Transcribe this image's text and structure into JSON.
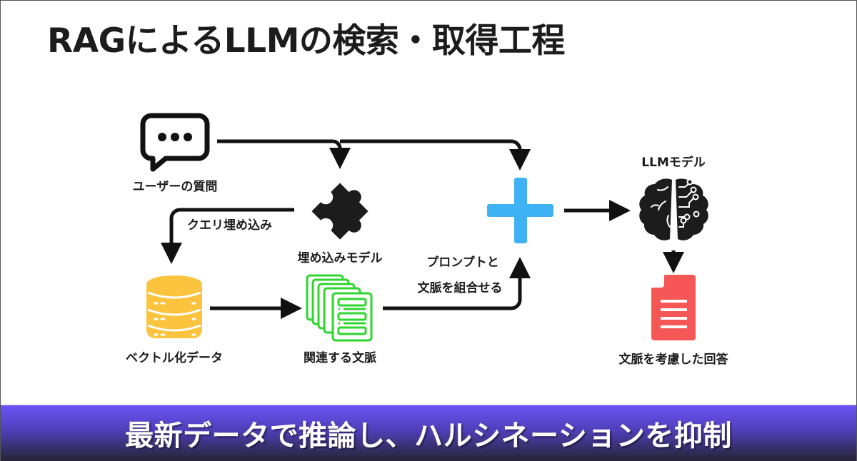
{
  "title": "RAGによるLLMの検索・取得工程",
  "nodes": {
    "user_question": {
      "label": "ユーザーの質問",
      "icon": "chat-bubble-icon"
    },
    "embedding_model": {
      "label": "埋め込みモデル",
      "icon": "puzzle-piece-icon"
    },
    "vector_data": {
      "label": "ベクトル化データ",
      "icon": "database-icon"
    },
    "related_context": {
      "label": "関連する文脈",
      "icon": "documents-stack-icon"
    },
    "combine": {
      "icon": "plus-icon"
    },
    "llm_model": {
      "label": "LLMモデル",
      "icon": "brain-circuit-icon"
    },
    "answer": {
      "label": "文脈を考慮した回答",
      "icon": "document-icon"
    }
  },
  "edges": {
    "query_embedding": {
      "label": "クエリ埋め込み"
    },
    "combine_prompt": {
      "label_line1": "プロンプトと",
      "label_line2": "文脈を組合せる"
    }
  },
  "colors": {
    "text": "#1c1c1c",
    "database": "#fcc43e",
    "documents": "#2ed62e",
    "plus": "#3fb1f5",
    "answer_doc": "#f55757",
    "banner_top": "#6c54f6",
    "banner_bottom": "#262433"
  },
  "banner": {
    "text": "最新データで推論し、ハルシネーションを抑制"
  }
}
